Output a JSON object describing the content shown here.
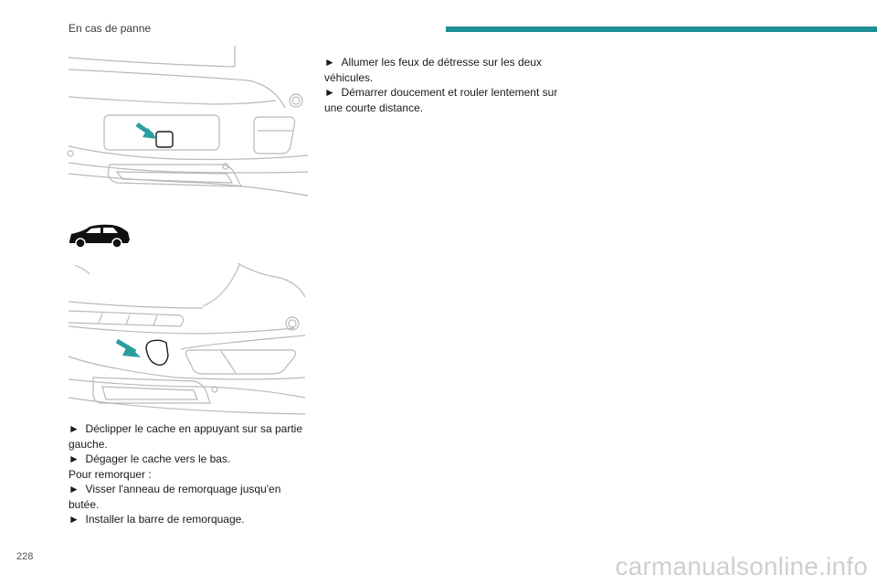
{
  "header": {
    "section_title": "En cas de panne",
    "accent_color": "#1e8f95"
  },
  "figures": {
    "top": {
      "icon": "tow-hook-cover-rear-bumper-hatchback"
    },
    "vehicle_icon": {
      "icon": "suv-silhouette-icon"
    },
    "bottom": {
      "icon": "tow-hook-cover-rear-bumper-suv"
    }
  },
  "left_column": [
    {
      "bullet": true,
      "text": "Déclipper le cache en appuyant sur sa partie gauche."
    },
    {
      "bullet": true,
      "text": "Dégager le cache vers le bas."
    },
    {
      "bullet": false,
      "text": "Pour remorquer :"
    },
    {
      "bullet": true,
      "text": "Visser l'anneau de remorquage jusqu'en butée."
    },
    {
      "bullet": true,
      "text": "Installer la barre de remorquage."
    }
  ],
  "right_column": [
    {
      "bullet": true,
      "text": "Allumer les feux de détresse sur les deux véhicules."
    },
    {
      "bullet": true,
      "text": "Démarrer doucement et rouler lentement sur une courte distance."
    }
  ],
  "footer": {
    "page_number": "228",
    "watermark": "carmanualsonline.info"
  }
}
